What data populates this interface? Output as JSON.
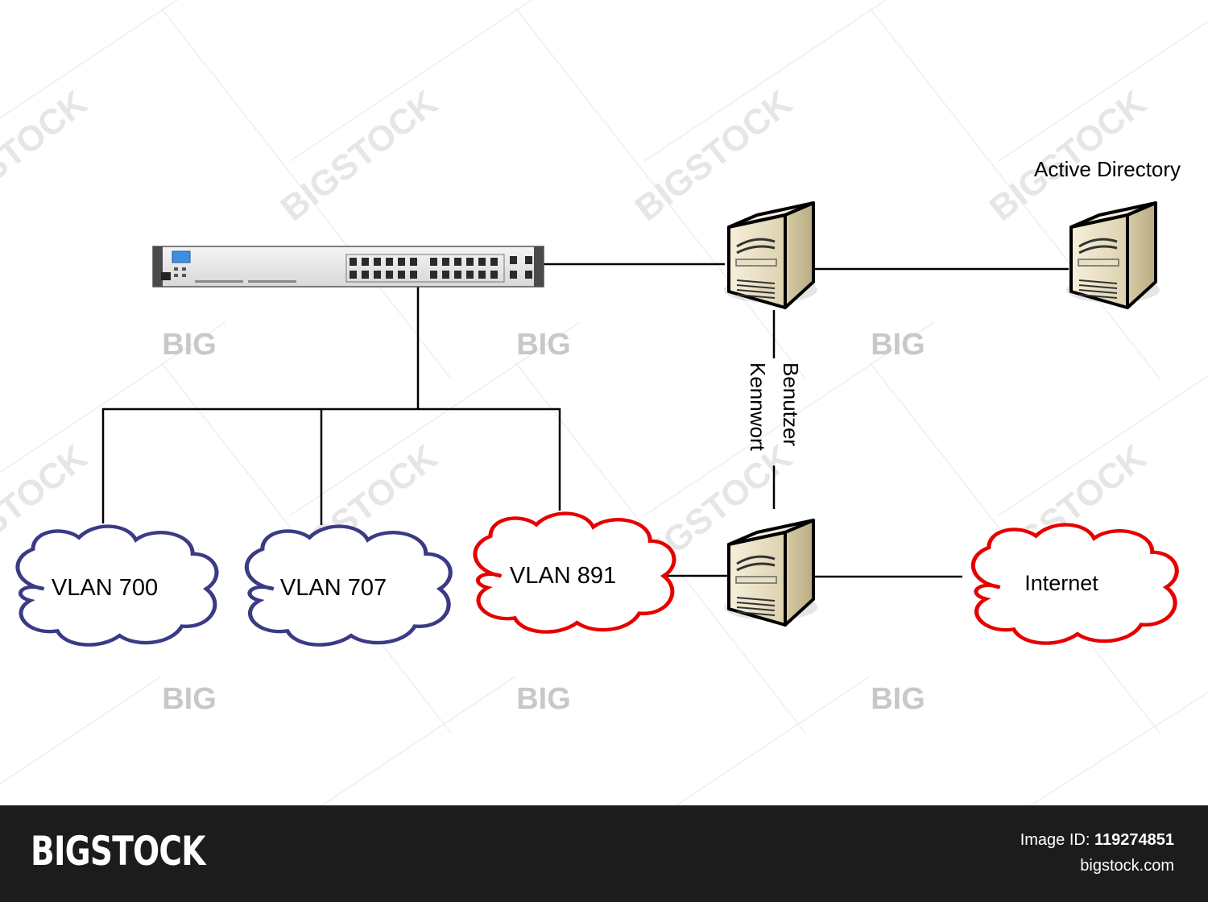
{
  "diagram": {
    "nodes": {
      "switch": {
        "type": "network-switch"
      },
      "proxy_server": {
        "type": "server"
      },
      "ad_server": {
        "type": "server",
        "label": "Active Directory"
      },
      "gateway_server": {
        "type": "server"
      },
      "vlan700": {
        "type": "cloud",
        "label": "VLAN 700",
        "color": "#3a3a86"
      },
      "vlan707": {
        "type": "cloud",
        "label": "VLAN 707",
        "color": "#3a3a86"
      },
      "vlan891": {
        "type": "cloud",
        "label": "VLAN 891",
        "color": "#e60000"
      },
      "internet": {
        "type": "cloud",
        "label": "Internet",
        "color": "#e60000"
      }
    },
    "edges": [
      {
        "from": "switch",
        "to": "proxy_server"
      },
      {
        "from": "proxy_server",
        "to": "ad_server"
      },
      {
        "from": "proxy_server",
        "to": "gateway_server",
        "labels": [
          "Benutzer",
          "Kennwort"
        ]
      },
      {
        "from": "switch",
        "to": "vlan700"
      },
      {
        "from": "switch",
        "to": "vlan707"
      },
      {
        "from": "switch",
        "to": "vlan891"
      },
      {
        "from": "vlan891",
        "to": "gateway_server"
      },
      {
        "from": "gateway_server",
        "to": "internet"
      }
    ]
  },
  "watermark": {
    "logo": "BIGSTOCK",
    "tile": "BIG"
  },
  "footer": {
    "brand": "BIGSTOCK",
    "image_id_label": "Image ID:",
    "image_id": "119274851",
    "site": "bigstock.com"
  }
}
